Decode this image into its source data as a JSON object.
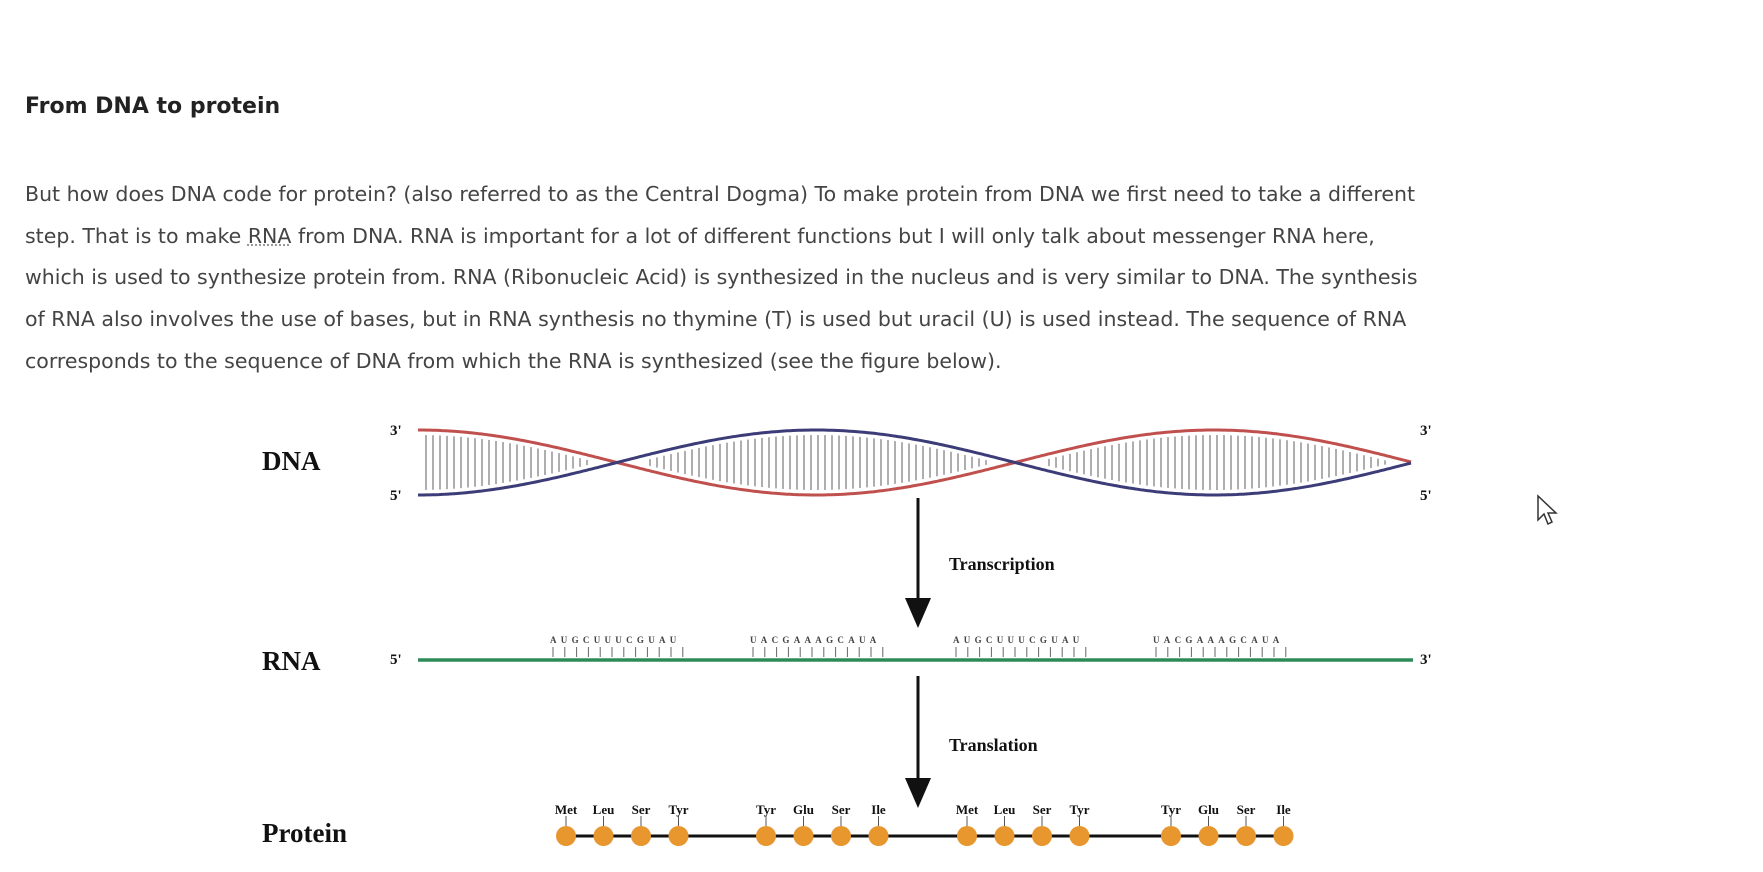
{
  "heading": "From DNA to protein",
  "paragraph": {
    "lines": [
      "But how does DNA code for protein? (also referred to as the Central Dogma) To make protein from DNA we first need to take a different",
      [
        "step. That is to make ",
        "RNA",
        " from DNA. RNA is important for a lot of different functions but I will only talk about messenger RNA here,"
      ],
      "which is used to synthesize protein from. RNA (Ribonucleic Acid) is synthesized in the nucleus and is very similar to DNA. The synthesis",
      "of RNA also involves the use of bases, but in RNA synthesis no thymine (T) is used but uracil (U) is used instead. The sequence of RNA",
      "corresponds to the sequence of DNA from which the RNA is synthesized (see the figure below)."
    ]
  },
  "figure": {
    "dna_label": "DNA",
    "rna_label": "RNA",
    "protein_label": "Protein",
    "three_prime": "3'",
    "five_prime": "5'",
    "transcription": "Transcription",
    "translation": "Translation",
    "rna_segments": [
      "AUGCUUUCGUAU",
      "UACGAAAGCAUA",
      "AUGCUUUCGUAU",
      "UACGAAAGCAUA"
    ],
    "protein_groups": [
      [
        "Met",
        "Leu",
        "Ser",
        "Tyr"
      ],
      [
        "Tyr",
        "Glu",
        "Ser",
        "Ile"
      ],
      [
        "Met",
        "Leu",
        "Ser",
        "Tyr"
      ],
      [
        "Tyr",
        "Glu",
        "Ser",
        "Ile"
      ]
    ],
    "colors": {
      "strand_red": "#c0504d",
      "strand_blue": "#3c3c78",
      "rna_green": "#2e8b57",
      "amino": "#e8962e"
    }
  }
}
